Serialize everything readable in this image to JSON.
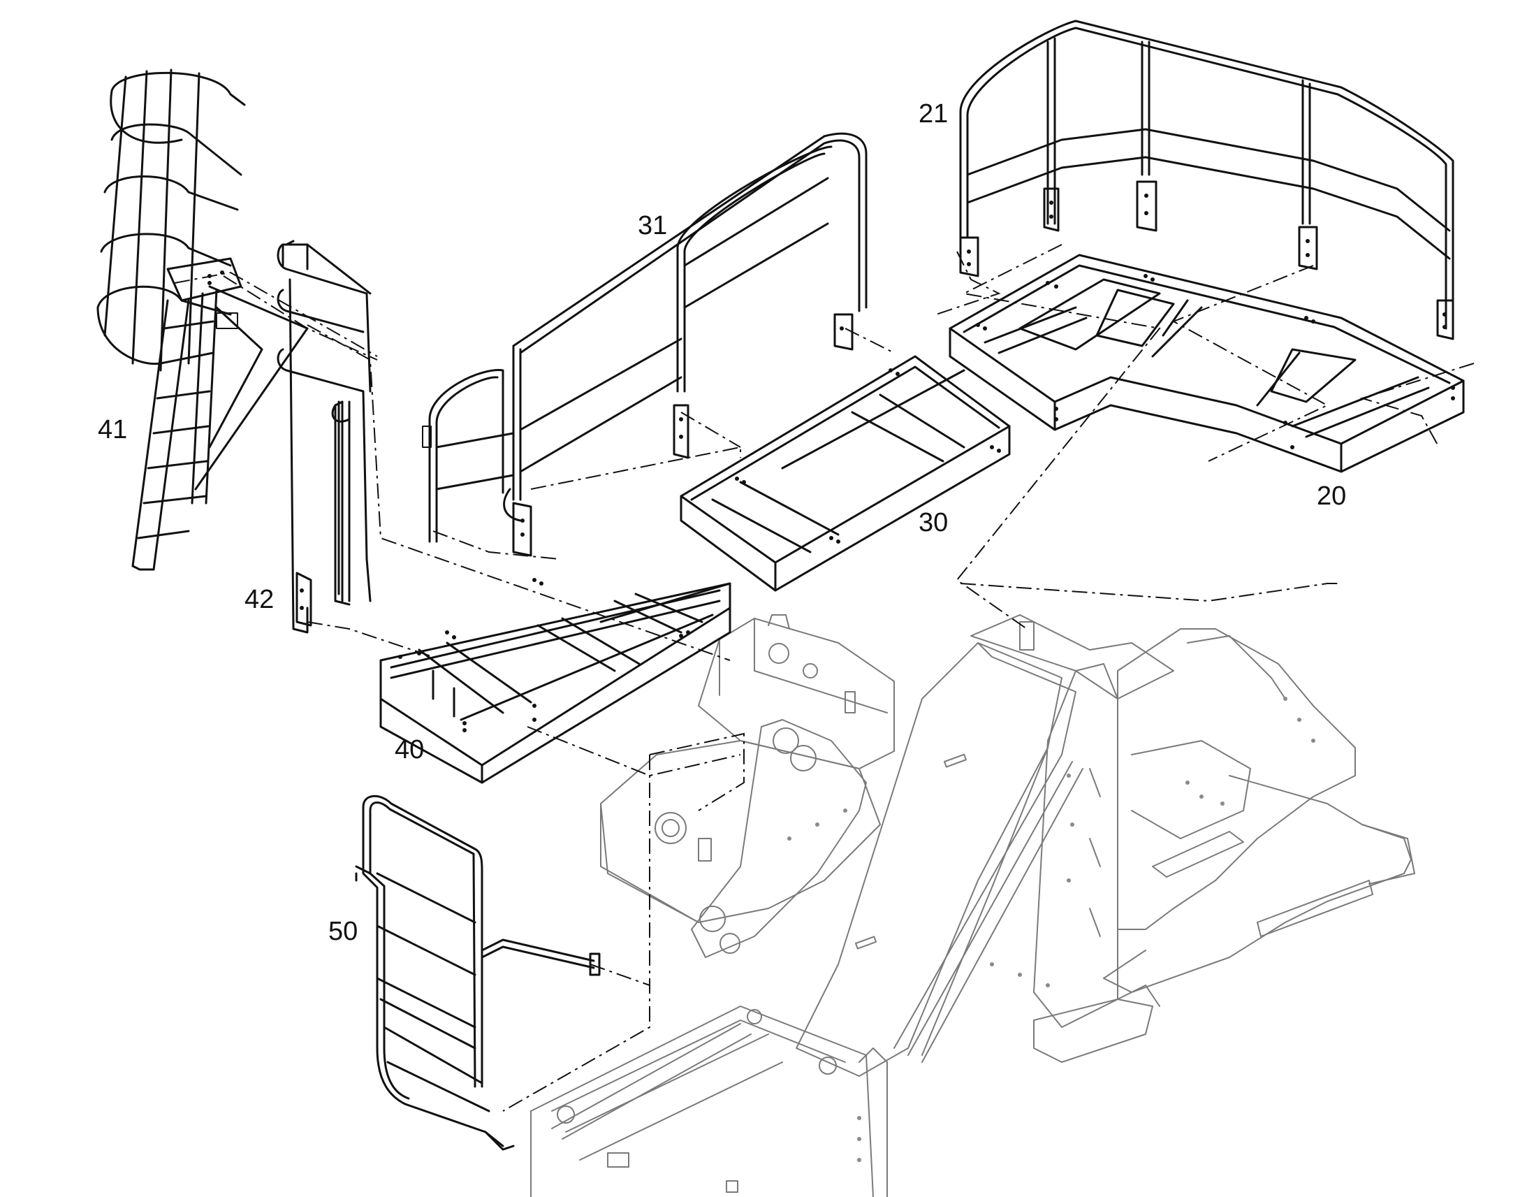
{
  "diagram": {
    "callouts": [
      {
        "id": "41",
        "label": "41"
      },
      {
        "id": "42",
        "label": "42"
      },
      {
        "id": "40",
        "label": "40"
      },
      {
        "id": "31",
        "label": "31"
      },
      {
        "id": "30",
        "label": "30"
      },
      {
        "id": "21",
        "label": "21"
      },
      {
        "id": "20",
        "label": "20"
      },
      {
        "id": "50",
        "label": "50"
      }
    ]
  }
}
